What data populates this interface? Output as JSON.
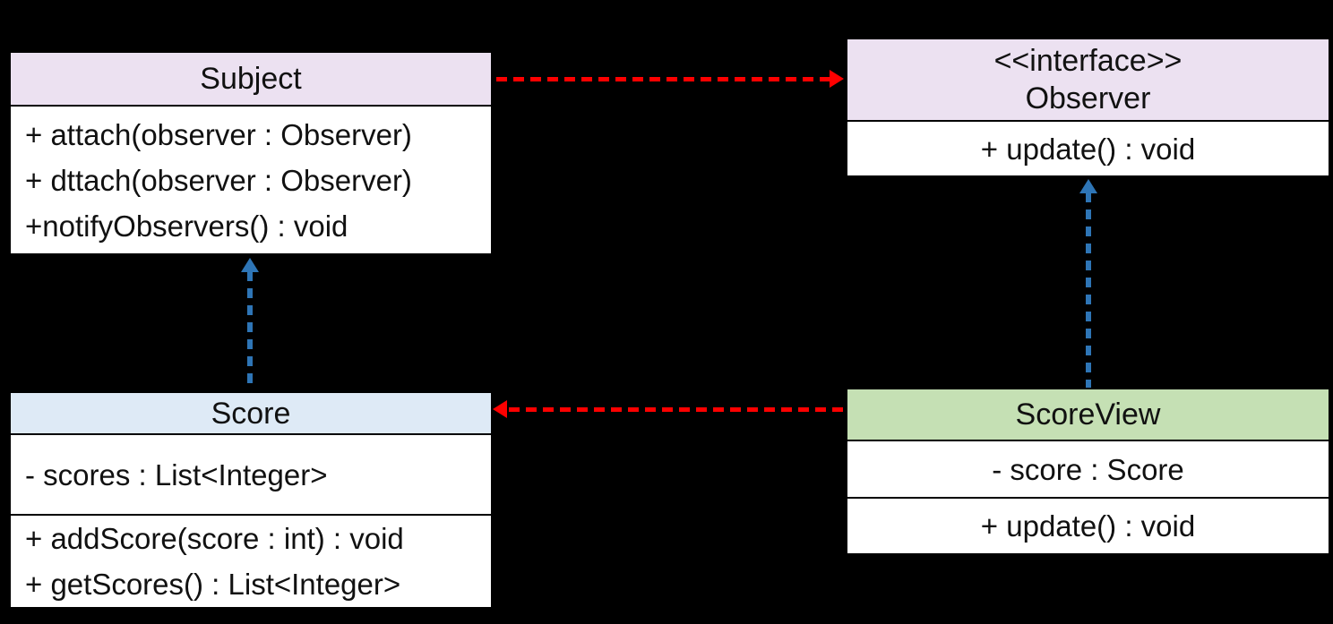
{
  "diagram": {
    "type": "uml-class-diagram",
    "background_color": "#000000",
    "arrow_colors": {
      "dependency_red": "#FF0000",
      "realization_blue": "#2E75B6"
    }
  },
  "classes": {
    "subject": {
      "title": "Subject",
      "header_color": "#ECE1F1",
      "methods": [
        "+ attach(observer : Observer)",
        "+ dttach(observer : Observer)",
        "+notifyObservers() : void"
      ]
    },
    "observer": {
      "stereotype": "<<interface>>",
      "title": "Observer",
      "header_color": "#ECE1F1",
      "methods": [
        "+ update() : void"
      ]
    },
    "score": {
      "title": "Score",
      "header_color": "#DEEAF6",
      "attributes": [
        "- scores : List<Integer>"
      ],
      "methods": [
        "+ addScore(score : int) : void",
        "+ getScores() : List<Integer>"
      ]
    },
    "scoreview": {
      "title": "ScoreView",
      "header_color": "#C5E0B4",
      "attributes": [
        "- score : Score"
      ],
      "methods": [
        "+ update() : void"
      ]
    }
  },
  "relations": [
    {
      "from": "Subject",
      "to": "Observer",
      "line": "dashed",
      "color": "#FF0000",
      "direction": "right"
    },
    {
      "from": "ScoreView",
      "to": "Score",
      "line": "dashed",
      "color": "#FF0000",
      "direction": "left"
    },
    {
      "from": "Score",
      "to": "Subject",
      "line": "dashed",
      "color": "#2E75B6",
      "direction": "up"
    },
    {
      "from": "ScoreView",
      "to": "Observer",
      "line": "dashed",
      "color": "#2E75B6",
      "direction": "up"
    }
  ]
}
